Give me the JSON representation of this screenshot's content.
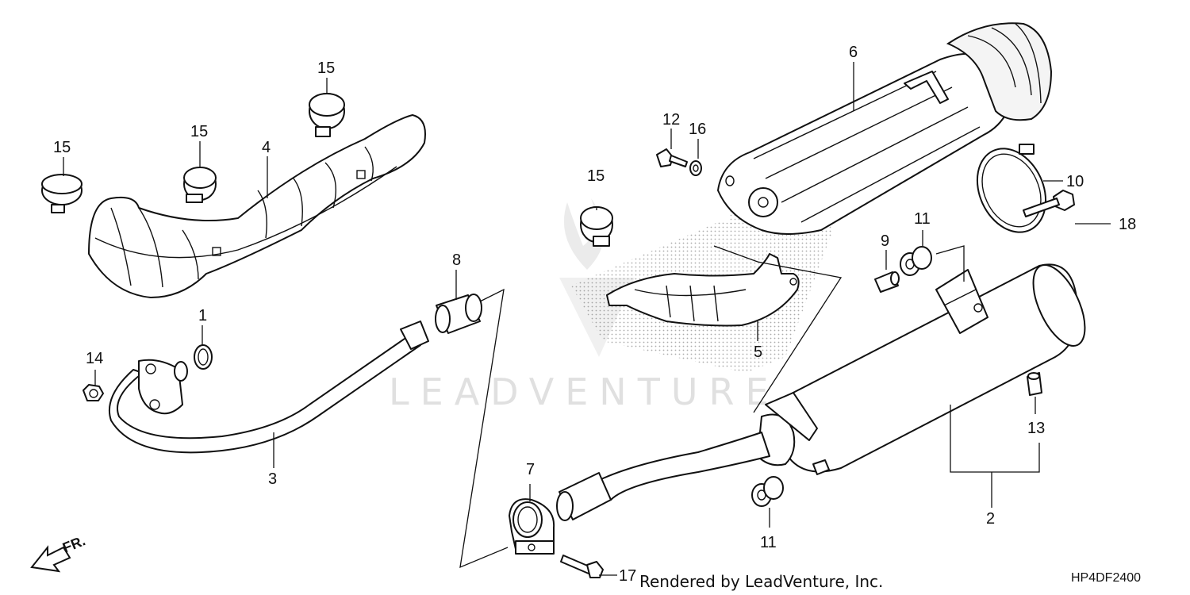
{
  "diagram": {
    "watermark": "LEADVENTURE",
    "credit": "Rendered by LeadVenture, Inc.",
    "diagram_code": "HP4DF2400",
    "front_indicator": "FR.",
    "callouts": {
      "c1": "1",
      "c2": "2",
      "c3": "3",
      "c4": "4",
      "c5": "5",
      "c6": "6",
      "c7": "7",
      "c8": "8",
      "c9": "9",
      "c10": "10",
      "c11a": "11",
      "c11b": "11",
      "c12": "12",
      "c13": "13",
      "c14": "14",
      "c15a": "15",
      "c15b": "15",
      "c15c": "15",
      "c15d": "15",
      "c16": "16",
      "c17": "17",
      "c18": "18"
    }
  }
}
